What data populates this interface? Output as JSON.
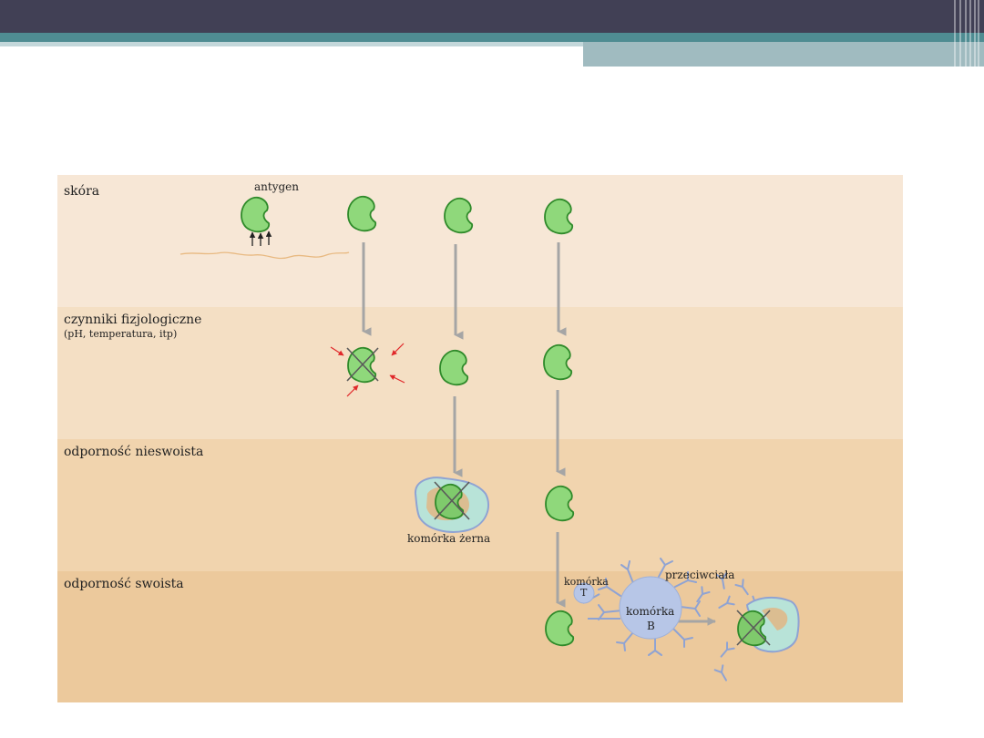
{
  "layers": {
    "skin": "skóra",
    "physiological": "czynniki fizjologiczne",
    "physiological_sub": "(pH, temperatura, itp)",
    "nonspecific": "odporność nieswoista",
    "specific": "odporność swoista"
  },
  "labels": {
    "antigen": "antygen",
    "phagocyte": "komórka żerna",
    "t_cell_word": "komórka",
    "t_cell_letter": "T",
    "b_cell_word": "komórka",
    "b_cell_letter": "B",
    "antibodies": "przeciwciała"
  },
  "colors": {
    "antigen_fill": "#8fd87b",
    "antigen_stroke": "#2f8a2a",
    "arrow": "#a5a5a5",
    "attack_arrow": "#e0282a",
    "cell_fill": "#b7c6e7",
    "phagocyte_fill": "#b8e3d8"
  }
}
